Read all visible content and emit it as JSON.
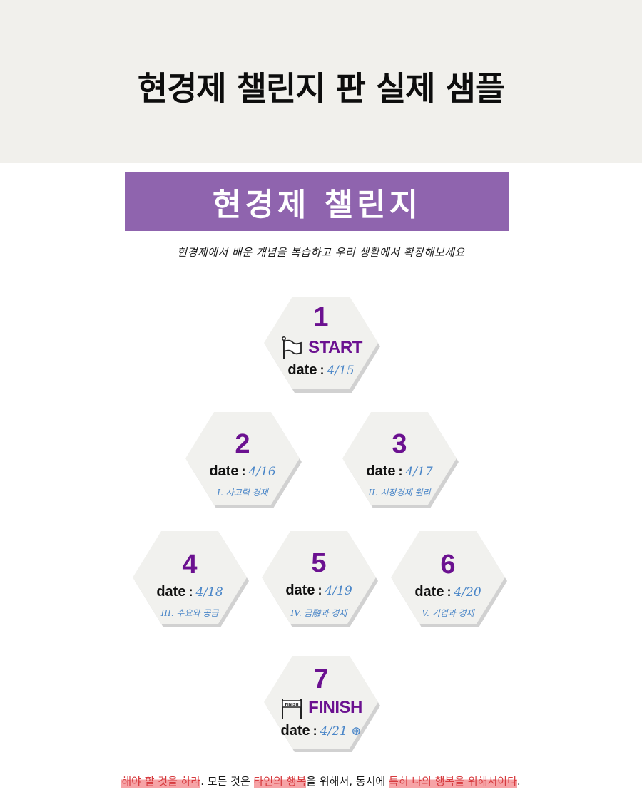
{
  "header": {
    "title": "현경제 챌린지 판 실제 샘플"
  },
  "banner": {
    "title": "현경제 챌린지"
  },
  "subtitle": "현경제에서 배운 개념을 복습하고 우리 생활에서 확장해보세요",
  "date_label": "date",
  "steps": [
    {
      "number": "1",
      "label": "START",
      "icon": "flag-icon",
      "date": "4/15",
      "topic": ""
    },
    {
      "number": "2",
      "date": "4/16",
      "topic": "I. 사고력 경제"
    },
    {
      "number": "3",
      "date": "4/17",
      "topic": "II. 시장경제 원리"
    },
    {
      "number": "4",
      "date": "4/18",
      "topic": "III. 수요와 공급"
    },
    {
      "number": "5",
      "date": "4/19",
      "topic": "IV. 금融과 경제"
    },
    {
      "number": "6",
      "date": "4/20",
      "topic": "V. 기업과 경제"
    },
    {
      "number": "7",
      "label": "FINISH",
      "icon": "finish-gate-icon",
      "date": "4/21 ⊛",
      "topic": ""
    }
  ],
  "quote": {
    "parts": [
      {
        "text": "해야 할 것을 하라",
        "highlight": true
      },
      {
        "text": ". 모든 것은 ",
        "highlight": false
      },
      {
        "text": "타인의 행복",
        "highlight": true
      },
      {
        "text": "을 위해서, 동시에 ",
        "highlight": false
      },
      {
        "text": "특히 나의 행복을 위해서이다",
        "highlight": true
      },
      {
        "text": ".",
        "highlight": false
      }
    ]
  },
  "colors": {
    "band": "#f1f0ec",
    "banner": "#8f64ae",
    "number": "#6b1190",
    "handwriting": "#4a86c8",
    "highlight": "#f6a3a6",
    "highlight_text": "#d63a3e"
  }
}
